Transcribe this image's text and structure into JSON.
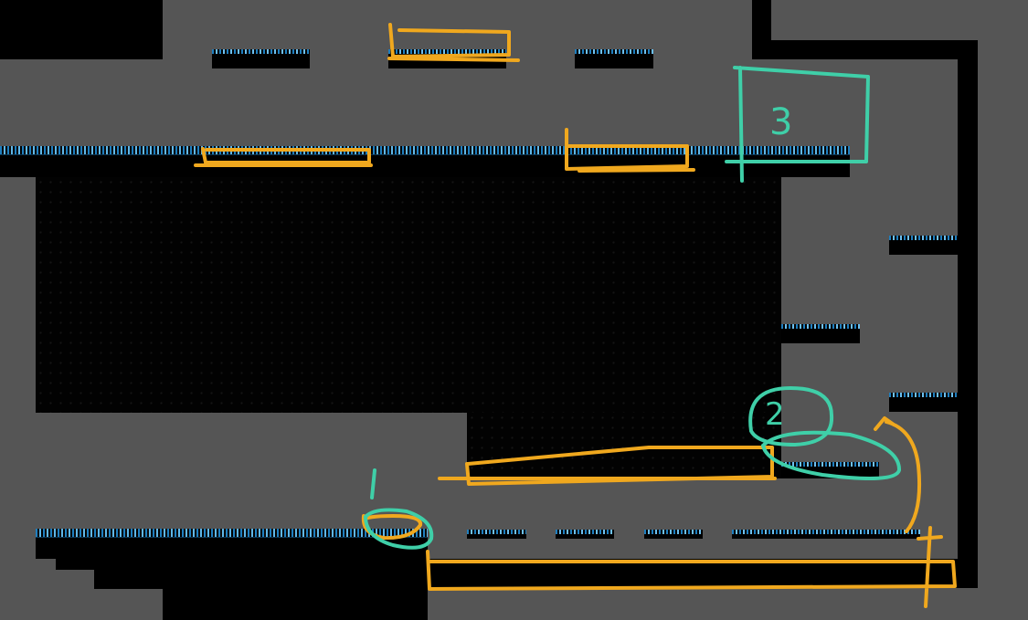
{
  "level": {
    "background_color": "#555555",
    "block_color": "#000000",
    "tile_edge_color": "#2a8fd0"
  },
  "annotations": {
    "orange_color": "#f0a81e",
    "teal_color": "#3fcfa8",
    "labels": {
      "one": "1",
      "two": "2",
      "three": "3"
    }
  }
}
